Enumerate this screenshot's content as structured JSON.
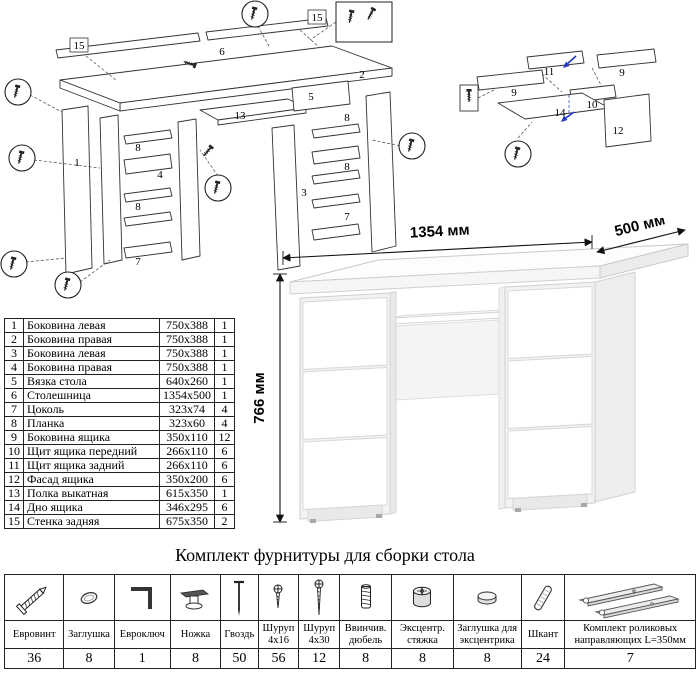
{
  "main_diagram": {
    "labels": {
      "panel15_a": "15",
      "panel15_b": "15",
      "top6": "6",
      "side1": "1",
      "side2": "2",
      "side3": "3",
      "side4": "4",
      "tie5": "5",
      "shelf13": "13",
      "slat8_a": "8",
      "slat8_b": "8",
      "slat8_c": "8",
      "slat8_d": "8",
      "plinth7_a": "7",
      "plinth7_b": "7"
    }
  },
  "drawer_diagram": {
    "labels": {
      "back11": "11",
      "side9_a": "9",
      "side9_b": "9",
      "front10": "10",
      "bottom14": "14",
      "facade12": "12"
    }
  },
  "desk_render": {
    "width_label": "1354 мм",
    "depth_label": "500 мм",
    "height_label": "766 мм"
  },
  "parts_table": {
    "rows": [
      {
        "num": "1",
        "name": "Боковина левая",
        "size": "750x388",
        "qty": "1"
      },
      {
        "num": "2",
        "name": "Боковина правая",
        "size": "750x388",
        "qty": "1"
      },
      {
        "num": "3",
        "name": "Боковина левая",
        "size": "750x388",
        "qty": "1"
      },
      {
        "num": "4",
        "name": "Боковина правая",
        "size": "750x388",
        "qty": "1"
      },
      {
        "num": "5",
        "name": "Вязка стола",
        "size": "640x260",
        "qty": "1"
      },
      {
        "num": "6",
        "name": "Столешница",
        "size": "1354x500",
        "qty": "1"
      },
      {
        "num": "7",
        "name": "Цоколь",
        "size": "323x74",
        "qty": "4"
      },
      {
        "num": "8",
        "name": "Планка",
        "size": "323x60",
        "qty": "4"
      },
      {
        "num": "9",
        "name": "Боковина ящика",
        "size": "350x110",
        "qty": "12"
      },
      {
        "num": "10",
        "name": "Щит ящика передний",
        "size": "266x110",
        "qty": "6"
      },
      {
        "num": "11",
        "name": "Щит ящика задний",
        "size": "266x110",
        "qty": "6"
      },
      {
        "num": "12",
        "name": "Фасад ящика",
        "size": "350x200",
        "qty": "6"
      },
      {
        "num": "13",
        "name": "Полка выкатная",
        "size": "615x350",
        "qty": "1"
      },
      {
        "num": "14",
        "name": "Дно ящика",
        "size": "346x295",
        "qty": "6"
      },
      {
        "num": "15",
        "name": "Стенка задняя",
        "size": "675x350",
        "qty": "2"
      }
    ]
  },
  "hardware_section": {
    "title": "Комплект фурнитуры для сборки стола",
    "items": [
      {
        "icon": "euro-screw-icon",
        "name": "Евровинт",
        "qty": "36"
      },
      {
        "icon": "plug-icon",
        "name": "Заглушка",
        "qty": "8"
      },
      {
        "icon": "hex-key-icon",
        "name": "Евроключ",
        "qty": "1"
      },
      {
        "icon": "foot-icon",
        "name": "Ножка",
        "qty": "8"
      },
      {
        "icon": "nail-icon",
        "name": "Гвоздь",
        "qty": "50"
      },
      {
        "icon": "screw-4x16-icon",
        "name": "Шуруп 4x16",
        "qty": "56"
      },
      {
        "icon": "screw-4x30-icon",
        "name": "Шуруп 4x30",
        "qty": "12"
      },
      {
        "icon": "screw-dowel-icon",
        "name": "Ввинчив. дюбель",
        "qty": "8"
      },
      {
        "icon": "eccentric-cam-icon",
        "name": "Эксцентр. стяжка",
        "qty": "8"
      },
      {
        "icon": "cam-cap-icon",
        "name": "Заглушка для эксцентрика",
        "qty": "8"
      },
      {
        "icon": "wood-dowel-icon",
        "name": "Шкант",
        "qty": "24"
      },
      {
        "icon": "roller-guides-icon",
        "name": "Комплект роликовых направляющих L=350мм",
        "qty": "7"
      }
    ]
  }
}
